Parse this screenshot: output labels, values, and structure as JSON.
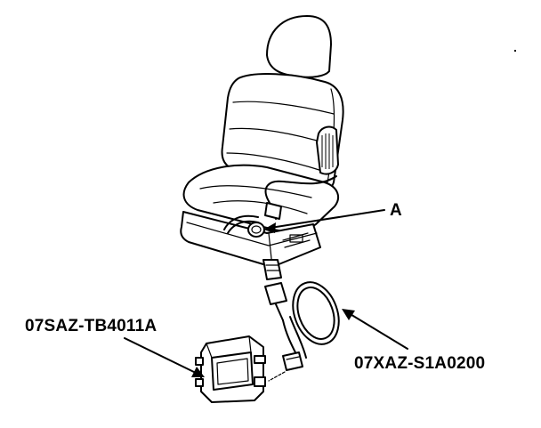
{
  "callouts": {
    "connector_label": "A",
    "test_harness_part": "07SAZ-TB4011A",
    "adapter_cable_part": "07XAZ-S1A0200"
  },
  "icons": [
    "seat-illustration",
    "test-harness-box",
    "adapter-cable-coil",
    "leader-arrow"
  ]
}
